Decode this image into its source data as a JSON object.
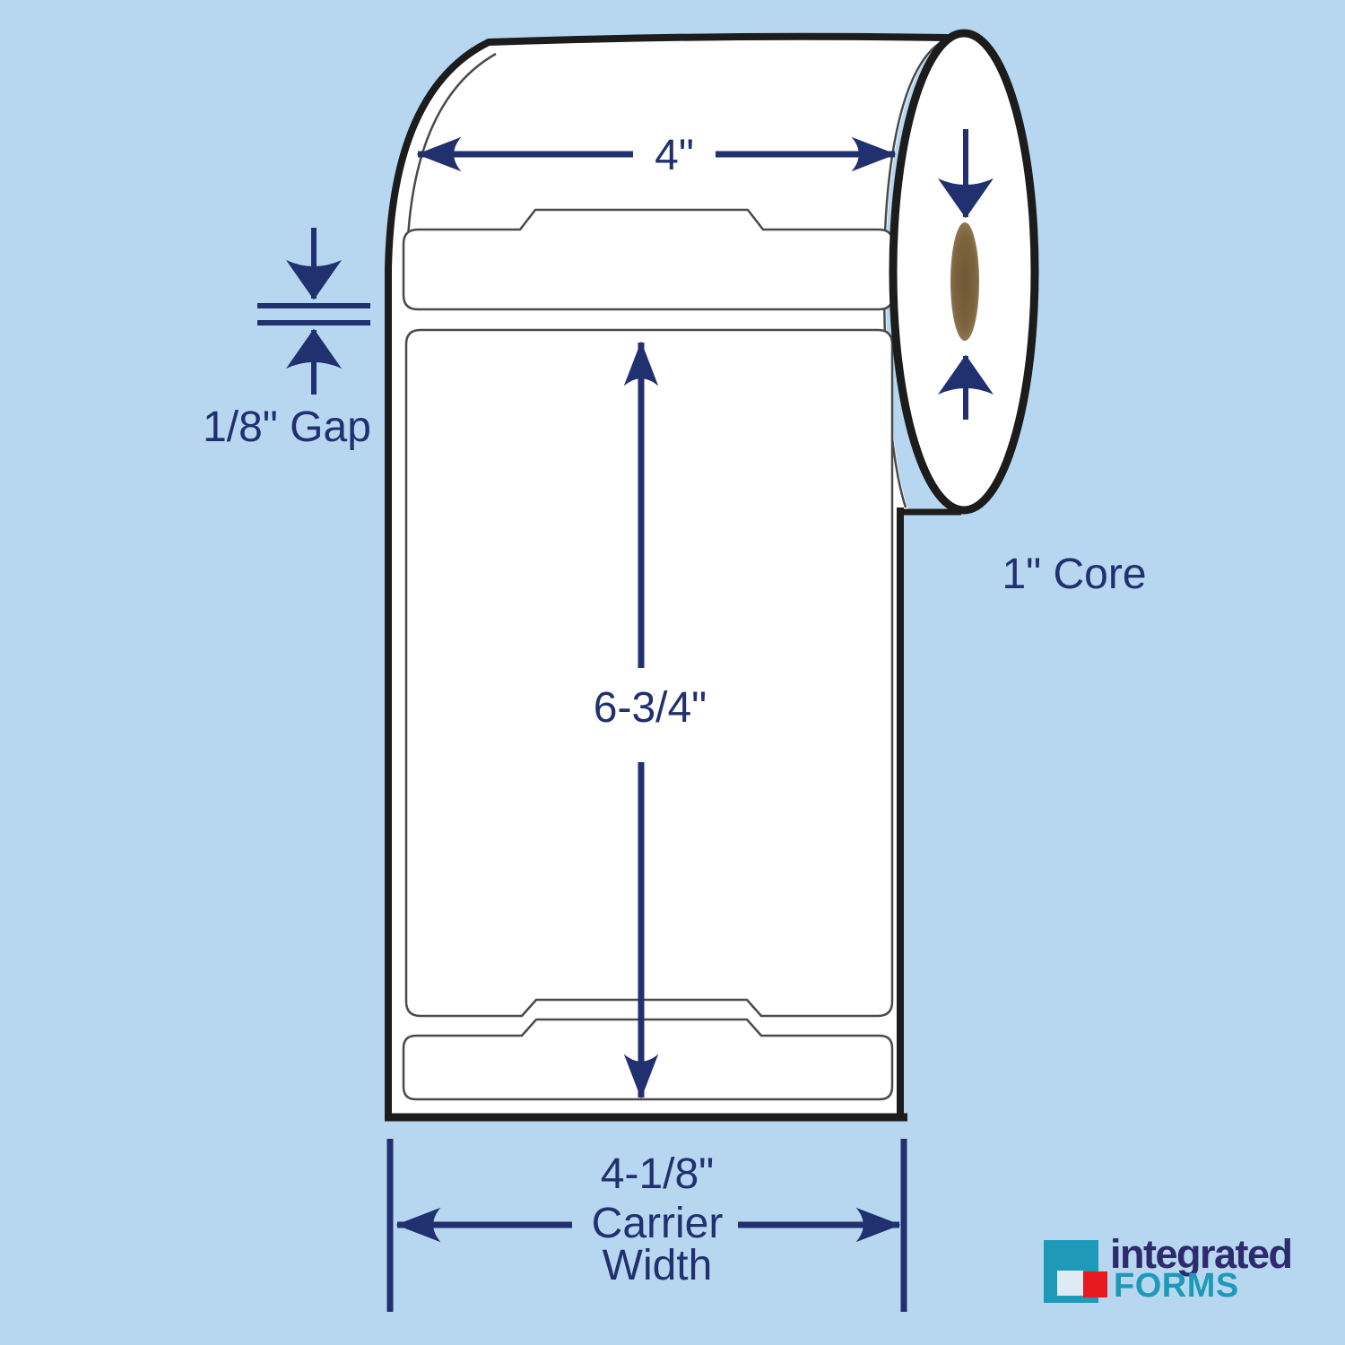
{
  "diagram": {
    "name": "label-roll-dimension-diagram",
    "dimensions": {
      "label_width": "4\"",
      "gap": "1/8\" Gap",
      "label_length": "6-3/4\"",
      "carrier_line1": "4-1/8\"",
      "carrier_line2": "Carrier",
      "carrier_line3": "Width",
      "core": "1\" Core"
    },
    "colors": {
      "background": "#b6d7ef",
      "roll_outline": "#1c1c1c",
      "label_cut_line": "#4a4a4a",
      "label_fill": "#ffffff",
      "dimension_navy": "#21306e",
      "core_center": "#6f5836",
      "core_mid": "#7d6440",
      "core_edge": "#a8946f",
      "logo_navy": "#2d2b6b",
      "logo_teal": "#1e9ab8",
      "logo_red": "#e6191e",
      "logo_light_square": "#dfeaf4"
    },
    "logo": {
      "line1": "integrated",
      "line2": "FORMS"
    }
  }
}
